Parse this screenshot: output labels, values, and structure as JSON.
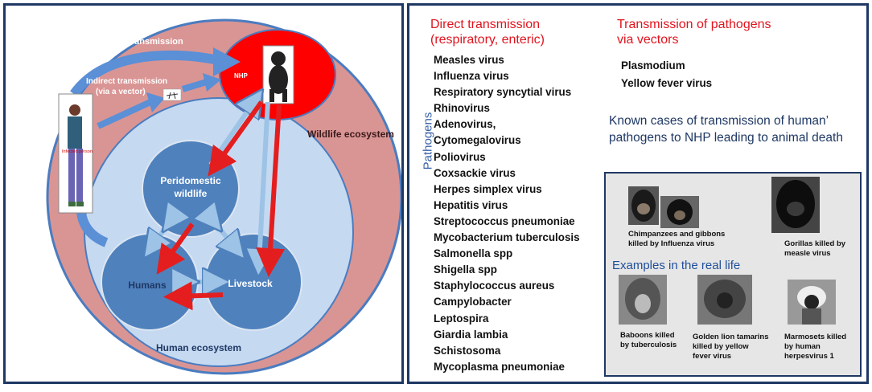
{
  "diagram": {
    "direct_transmission": "Direct transmission",
    "indirect_transmission_line1": "Indirect transmission",
    "indirect_transmission_line2": "(via a vector)",
    "infected_person": "Infected person",
    "nhp": "NHP",
    "wildlife_ecosystem": "Wildlife ecosystem",
    "peridomestic_line1": "Peridomestic",
    "peridomestic_line2": "wildlife",
    "humans": "Humans",
    "livestock": "Livestock",
    "human_ecosystem": "Human ecosystem",
    "colors": {
      "wildlife": "#d99594",
      "human_eco": "#c5d9f1",
      "node": "#4f81bd",
      "nhp": "#ff0000",
      "arrow_red": "#e41e1e",
      "arrow_blue": "#9dc3e6",
      "border": "#1f3864"
    }
  },
  "direct": {
    "heading_line1": "Direct transmission",
    "heading_line2": "(respiratory, enteric)",
    "side_label": "Pathogens",
    "pathogens": [
      "Measles virus",
      "Influenza virus",
      "Respiratory syncytial virus",
      "Rhinovirus",
      "Adenovirus,",
      "Cytomegalovirus",
      "Poliovirus",
      "Coxsackie virus",
      "Herpes simplex virus",
      "Hepatitis virus",
      "Streptococcus pneumoniae",
      "Mycobacterium tuberculosis",
      "Salmonella spp",
      "Shigella spp",
      "Staphylococcus aureus",
      "Campylobacter",
      "Leptospira",
      "Giardia lambia",
      "Schistosoma",
      "Mycoplasma pneumoniae"
    ]
  },
  "vectors": {
    "heading_line1": "Transmission of pathogens",
    "heading_line2": "via vectors",
    "pathogens": [
      "Plasmodium",
      "Yellow fever virus"
    ]
  },
  "known_cases": "Known cases of transmission of human’ pathogens to NHP leading to animal death",
  "examples": {
    "title": "Examples in the real life",
    "items": [
      {
        "caption_line1": "Chimpanzees and gibbons",
        "caption_line2": "killed by Influenza virus"
      },
      {
        "caption_line1": "Gorillas killed by",
        "caption_line2": "measle virus"
      },
      {
        "caption_line1": "Baboons killed",
        "caption_line2": "by tuberculosis"
      },
      {
        "caption_line1": "Golden lion tamarins",
        "caption_line2": "killed by yellow",
        "caption_line3": "fever virus"
      },
      {
        "caption_line1": "Marmosets killed",
        "caption_line2": "by human",
        "caption_line3": "herpesvirus 1"
      }
    ]
  }
}
